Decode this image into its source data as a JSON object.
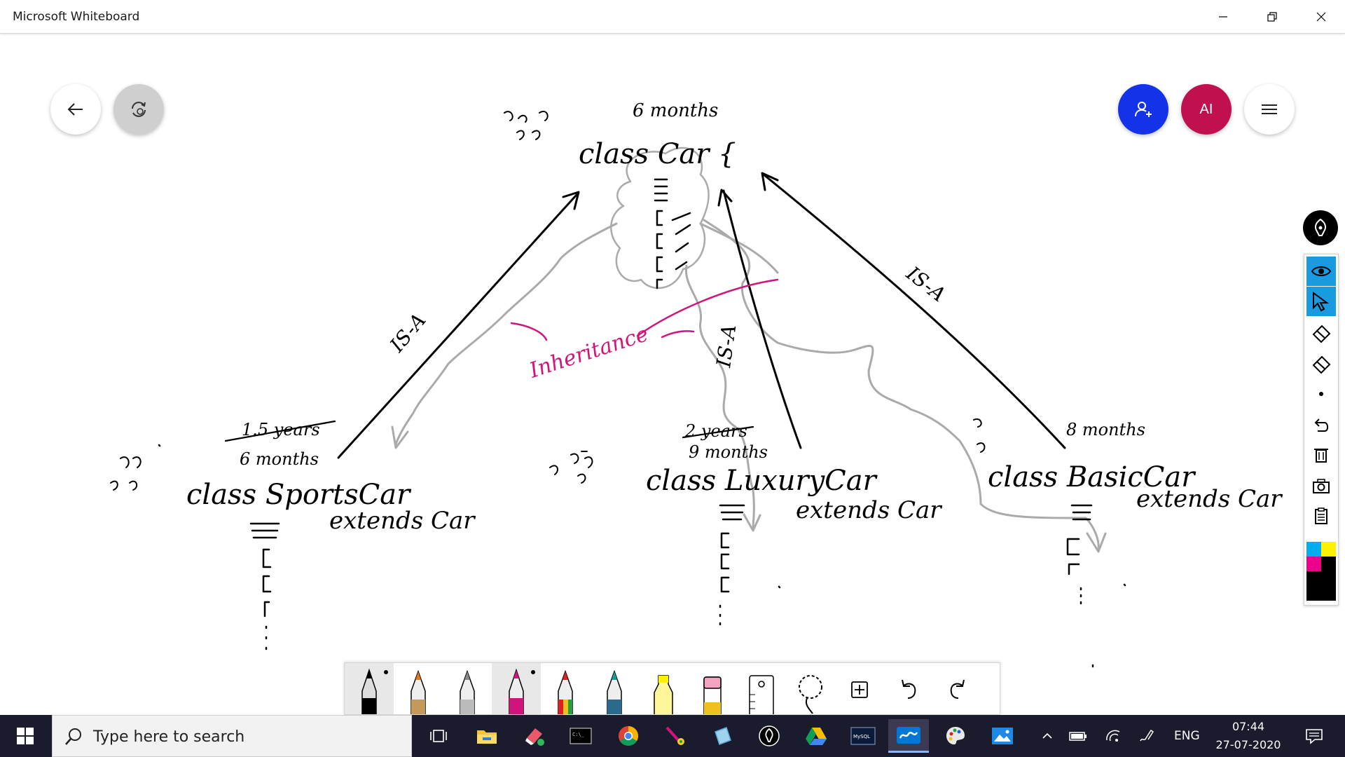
{
  "window": {
    "title": "Microsoft Whiteboard"
  },
  "board": {
    "top_class": "class  Car {",
    "top_note": "6 months",
    "inheritance": "Inheritance",
    "is_a": "IS-A",
    "sports": {
      "class": "class  SportsCar",
      "extends": "extends  Car",
      "note_struck": "1.5 years",
      "note": "6 months"
    },
    "luxury": {
      "class": "class  LuxuryCar",
      "extends": "extends  Car",
      "note_struck": "2 years",
      "note": "9 months"
    },
    "basic": {
      "class": "class  BasicCar",
      "extends": "extends  Car",
      "note": "8 months"
    }
  },
  "toolbar": {
    "avatar_initials": "AI"
  },
  "taskbar": {
    "search_placeholder": "Type here to search",
    "language": "ENG",
    "time": "07:44",
    "date": "27-07-2020"
  },
  "colors": {
    "invite": "#1433e8",
    "avatar": "#c0104f",
    "ink_pink": "#d0157a",
    "ink_gray": "#aaaaaa",
    "rail_active": "#1a9ae0",
    "taskbar": "#1b1b2e"
  }
}
